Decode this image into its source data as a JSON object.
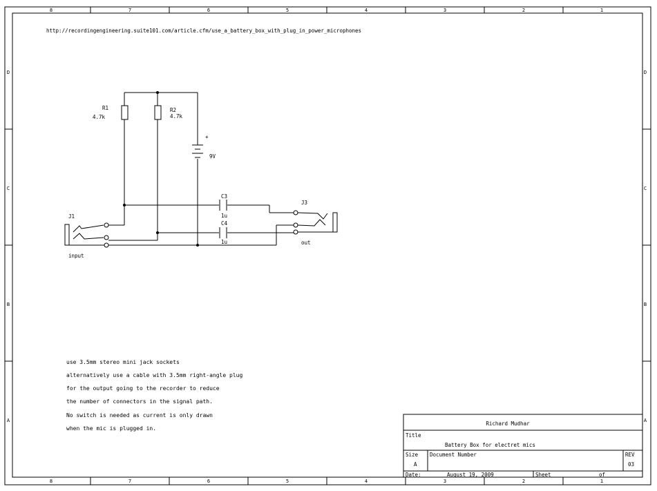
{
  "url": "http://recordingengineering.suite101.com/article.cfm/use_a_battery_box_with_plug_in_power_microphones",
  "border": {
    "columns": [
      "8",
      "7",
      "6",
      "5",
      "4",
      "3",
      "2",
      "1"
    ],
    "rows": [
      "D",
      "C",
      "B",
      "A"
    ]
  },
  "components": {
    "r1": {
      "ref": "R1",
      "value": "4.7k"
    },
    "r2": {
      "ref": "R2",
      "value": "4.7k"
    },
    "battery": {
      "plus": "+",
      "value": "9V"
    },
    "c3": {
      "ref": "C3",
      "value": "1u"
    },
    "c4": {
      "ref": "C4",
      "value": "1u"
    },
    "j1": {
      "ref": "J1",
      "label": "input"
    },
    "j3": {
      "ref": "J3",
      "label": "out"
    }
  },
  "notes": [
    "use 3.5mm stereo mini jack sockets",
    "alternatively use a cable with 3.5mm right-angle plug",
    "for the output going to the recorder to reduce",
    "the number of connectors in the signal path.",
    "No switch is needed as current is only drawn",
    "when the mic is plugged in."
  ],
  "title_block": {
    "company": "Richard Mudhar",
    "title_label": "Title",
    "title": "Battery Box for electret mics",
    "size_label": "Size",
    "size": "A",
    "doc_label": "Document Number",
    "rev_label": "REV",
    "rev": "03",
    "date_label": "Date:",
    "date": "August 19, 2009",
    "sheet_label": "Sheet",
    "of_label": "of"
  }
}
